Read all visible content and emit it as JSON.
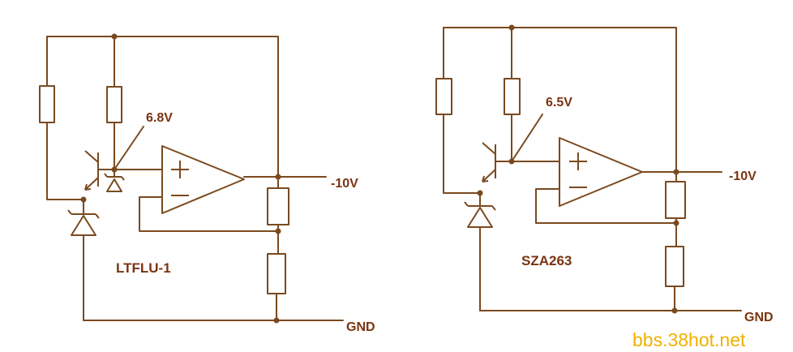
{
  "left_circuit": {
    "name": "LTFLU-1",
    "zener_voltage": "6.8V",
    "output_label": "-10V",
    "ground_label": "GND"
  },
  "right_circuit": {
    "name": "SZA263",
    "zener_voltage": "6.5V",
    "output_label": "-10V",
    "ground_label": "GND"
  },
  "watermark": "bbs.38hot.net",
  "colors": {
    "wire": "#7a4a1f",
    "label": "#7a3410",
    "watermark": "#f0b000"
  }
}
